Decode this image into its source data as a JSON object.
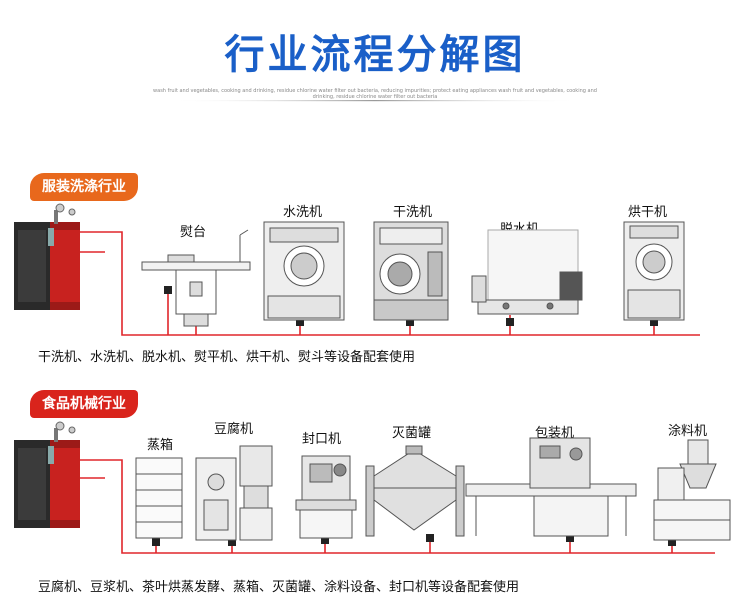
{
  "header": {
    "title": "行业流程分解图",
    "subtitle": "wash fruit and vegetables, cooking and drinking, residue chlorine water filter out bacteria, reducing impurities; protect eating appliances wash fruit and vegetables, cooking and drinking, residue chlorine water filter out bacteria"
  },
  "section1": {
    "badge": "服装洗涤行业",
    "badge_color": "#e8681c",
    "machines": [
      "熨台",
      "水洗机",
      "干洗机",
      "脱水机",
      "烘干机"
    ],
    "description": "干洗机、水洗机、脱水机、熨平机、烘干机、熨斗等设备配套使用"
  },
  "section2": {
    "badge": "食品机械行业",
    "badge_color": "#d9241c",
    "machines": [
      "蒸箱",
      "豆腐机",
      "封口机",
      "灭菌罐",
      "包装机",
      "涂料机"
    ],
    "description": "豆腐机、豆浆机、茶叶烘蒸发酵、蒸箱、灭菌罐、涂料设备、封口机等设备配套使用"
  },
  "colors": {
    "pipe": "#e0262b",
    "title": "#1a5fc8",
    "boiler_red": "#c8221f"
  }
}
